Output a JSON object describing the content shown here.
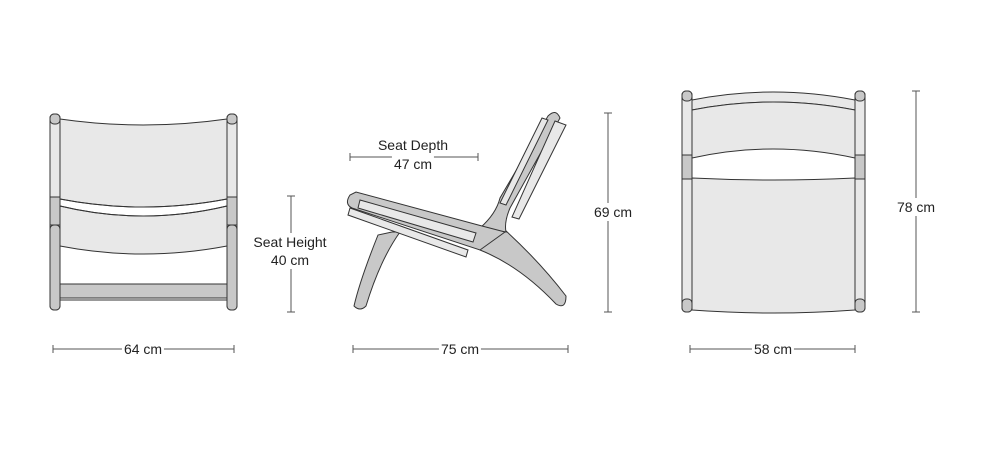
{
  "front_view": {
    "width_label": "64 cm",
    "seat_height_title": "Seat Height",
    "seat_height_value": "40 cm"
  },
  "side_view": {
    "seat_depth_title": "Seat Depth",
    "seat_depth_value": "47 cm",
    "depth_label": "75 cm",
    "height_label": "69 cm"
  },
  "back_view": {
    "width_label": "58 cm",
    "height_label": "78 cm"
  },
  "colors": {
    "frame": "#c8c8c8",
    "fabric": "#e8e8e8",
    "outline": "#333333"
  }
}
